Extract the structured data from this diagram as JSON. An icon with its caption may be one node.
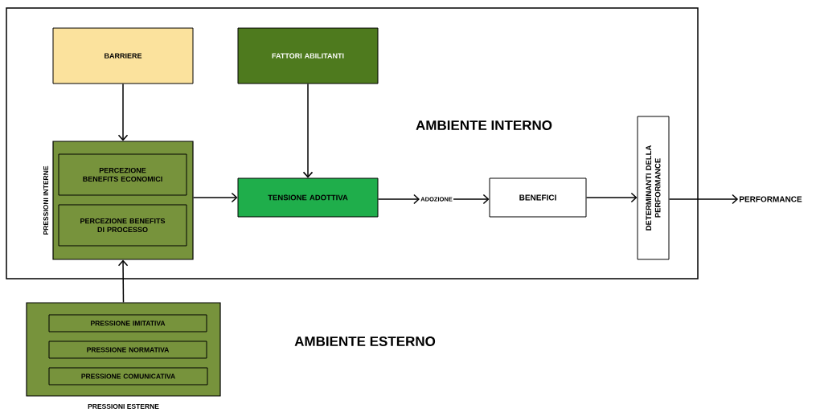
{
  "diagram": {
    "nodes": [
      {
        "text": [
          "AMBIENTE INTERNO"
        ]
      },
      {
        "text": [
          "BARRIERE"
        ],
        "in": 0
      },
      {
        "text": [
          "FATTORI ABILITANTI"
        ],
        "in": 0
      },
      {
        "text": [
          "PRESSIONI INTERNE"
        ],
        "in": 0
      },
      {
        "text": [
          "PERCEZIONE BENEFITS ECONOMICI"
        ],
        "in": 3
      },
      {
        "text": [
          "PERCEZIONE BENEFITS DI PROCESSO"
        ],
        "in": 3
      },
      {
        "text": [
          "TENSIONE ADOTTIVA"
        ],
        "in": 0
      },
      {
        "text": [
          "ADOZIONE"
        ],
        "in": 0
      },
      {
        "text": [
          "BENEFICI"
        ],
        "in": 0
      },
      {
        "text": [
          "DETERMINANTI DELLA PERFORMANCE"
        ],
        "in": 0
      },
      {
        "text": [
          "PERFORMANCE"
        ]
      },
      {
        "text": [
          "PRESSIONI ESTERNE"
        ]
      },
      {
        "text": [
          "PRESSIONE IMITATIVA"
        ],
        "in": 11
      },
      {
        "text": [
          "PRESSIONE NORMATIVA"
        ],
        "in": 11
      },
      {
        "text": [
          "PRESSIONE COMUNICATIVA"
        ],
        "in": 11
      }
    ],
    "edges": [
      {
        "from": 1,
        "to": 3,
        "arrow": "to"
      },
      {
        "from": 2,
        "to": 6,
        "arrow": "to"
      },
      {
        "from": 3,
        "to": 6,
        "arrow": "to"
      },
      {
        "from": 11,
        "to": 3,
        "arrow": "to"
      },
      {
        "from": 6,
        "to": 7,
        "arrow": "to"
      },
      {
        "from": 7,
        "to": 8,
        "arrow": "to"
      },
      {
        "from": 8,
        "to": 9,
        "arrow": "to"
      },
      {
        "from": 9,
        "to": 10,
        "arrow": "to"
      }
    ],
    "labels": [
      "AMBIENTE ESTERNO"
    ]
  }
}
